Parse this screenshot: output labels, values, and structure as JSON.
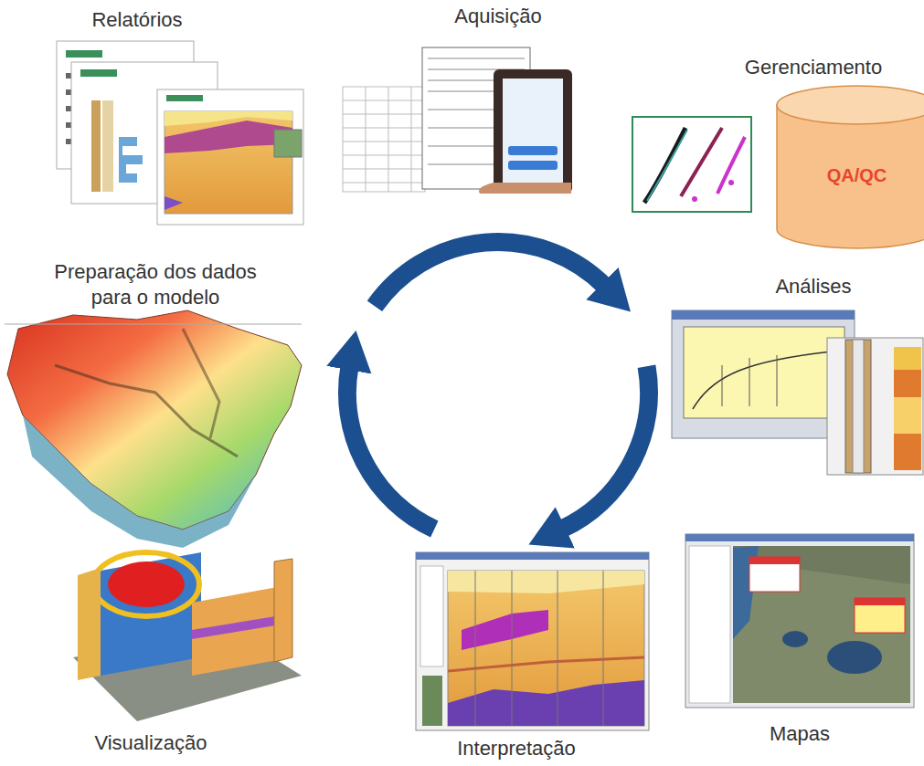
{
  "diagram": {
    "nodes": [
      {
        "text": [
          "QA/QC"
        ]
      }
    ],
    "labels": [
      "Relatórios",
      "Aquisição",
      "Gerenciamento",
      "Preparação dos dados para o modelo",
      "Análises",
      "Visualização",
      "Interpretação",
      "Mapas"
    ]
  }
}
